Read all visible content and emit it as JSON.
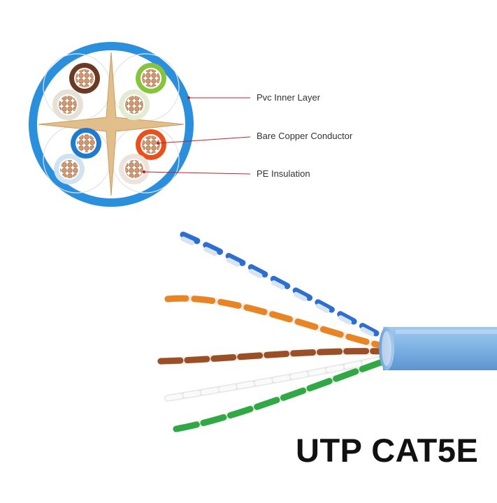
{
  "diagram": {
    "labels": {
      "pvc_inner_layer": "Pvc Inner Layer",
      "bare_copper_conductor": "Bare Copper Conductor",
      "pe_insulation": "PE Insulation"
    },
    "product_title": "UTP CAT5E"
  },
  "colors": {
    "jacket_blue": "#2a8fdc",
    "jacket_inner": "#ffffff",
    "separator_cross": "#e2bf8a",
    "copper": "#c8825a",
    "leader_line": "#c0202a",
    "pair_colors": [
      "brown",
      "green",
      "blue",
      "orange",
      "white"
    ]
  },
  "icons": {
    "cross_section": "cable-cross-section-graphic",
    "cable_photo": "twisted-pair-cable-illustration"
  }
}
